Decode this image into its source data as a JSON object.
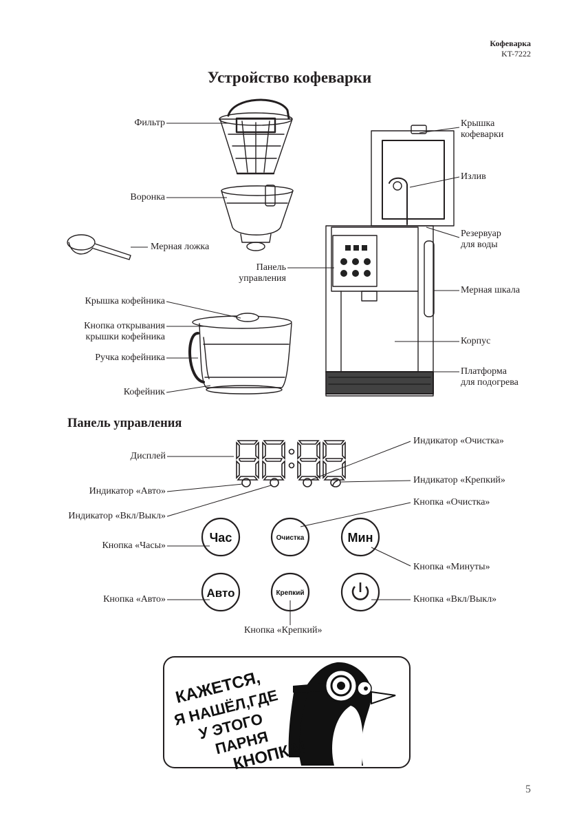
{
  "header": {
    "title": "Кофеварка",
    "model": "KT-7222"
  },
  "main_title": "Устройство кофеварки",
  "device_labels": {
    "filter": "Фильтр",
    "funnel": "Воронка",
    "spoon": "Мерная ложка",
    "panel_line1": "Панель",
    "panel_line2": "управления",
    "pot_lid": "Крышка кофейника",
    "pot_lid_button_line1": "Кнопка открывания",
    "pot_lid_button_line2": "крышки кофейника",
    "pot_handle": "Ручка кофейника",
    "pot": "Кофейник",
    "lid_line1": "Крышка",
    "lid_line2": "кофеварки",
    "spout": "Излив",
    "reservoir_line1": "Резервуар",
    "reservoir_line2": "для воды",
    "scale": "Мерная шкала",
    "body": "Корпус",
    "platform_line1": "Платформа",
    "platform_line2": "для подогрева"
  },
  "panel_section_title": "Панель управления",
  "panel_labels": {
    "display": "Дисплей",
    "ind_auto": "Индикатор «Авто»",
    "ind_power": "Индикатор «Вкл/Выкл»",
    "ind_clean": "Индикатор «Очистка»",
    "ind_strong": "Индикатор «Крепкий»",
    "btn_clean": "Кнопка «Очистка»",
    "btn_hours": "Кнопка «Часы»",
    "btn_minutes": "Кнопка «Минуты»",
    "btn_auto": "Кнопка «Авто»",
    "btn_strong": "Кнопка «Крепкий»",
    "btn_power": "Кнопка «Вкл/Выкл»"
  },
  "buttons": {
    "hours": "Час",
    "clean": "Очистка",
    "minutes": "Мин",
    "auto": "Авто",
    "strong": "Крепкий"
  },
  "cartoon": {
    "line1": "КАЖЕТСЯ,",
    "line2": "Я НАШЁЛ,ГДЕ",
    "line3": "У ЭТОГО",
    "line4": "ПАРНЯ",
    "line5": "КНОПКА!"
  },
  "page_number": "5"
}
